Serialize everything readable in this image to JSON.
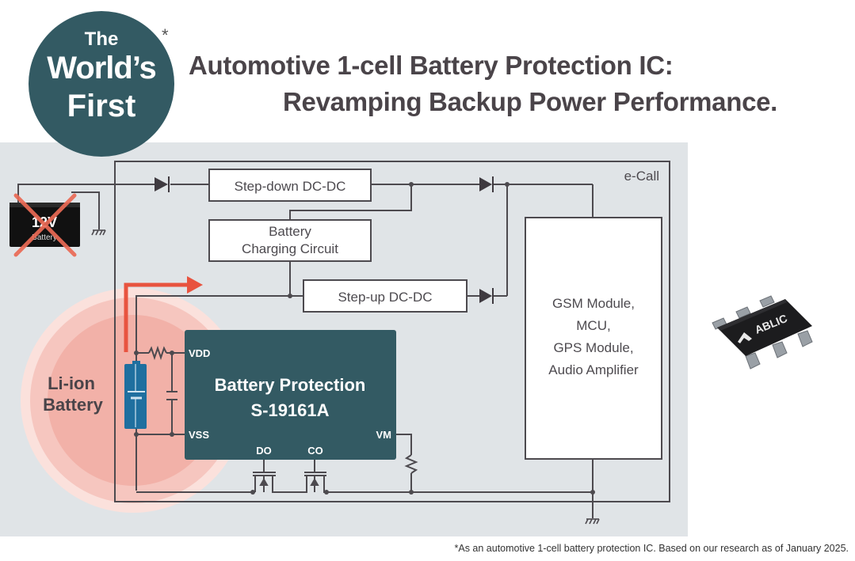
{
  "badge": {
    "line1": "The",
    "line2": "World’s",
    "line3": "First",
    "asterisk": "*"
  },
  "title": {
    "line1": "Automotive 1-cell Battery Protection IC:",
    "line2": "Revamping Backup Power Performance."
  },
  "diagram": {
    "system_label": "e-Call",
    "car_battery": {
      "line1": "12V",
      "line2": "Battery",
      "status": "crossed-out"
    },
    "blocks": {
      "step_down": "Step-down DC-DC",
      "charging_line1": "Battery",
      "charging_line2": "Charging Circuit",
      "step_up": "Step-up DC-DC",
      "load_line1": "GSM Module,",
      "load_line2": "MCU,",
      "load_line3": "GPS Module,",
      "load_line4": "Audio Amplifier"
    },
    "li_ion": {
      "line1": "Li-ion",
      "line2": "Battery"
    },
    "protection_ic": {
      "line1": "Battery Protection",
      "line2": "S-19161A",
      "pins": {
        "vdd": "VDD",
        "vss": "VSS",
        "vm": "VM",
        "do": "DO",
        "co": "CO"
      }
    },
    "chip_brand": "ABLIC",
    "colors": {
      "accent_red": "#e8533f",
      "ic_teal": "#335a63",
      "battery_blue": "#1f6f9f",
      "wire": "#4d4a4f",
      "panel": "#e0e4e7"
    }
  },
  "footnote": "*As an automotive 1-cell battery protection IC. Based on our research as of January 2025."
}
